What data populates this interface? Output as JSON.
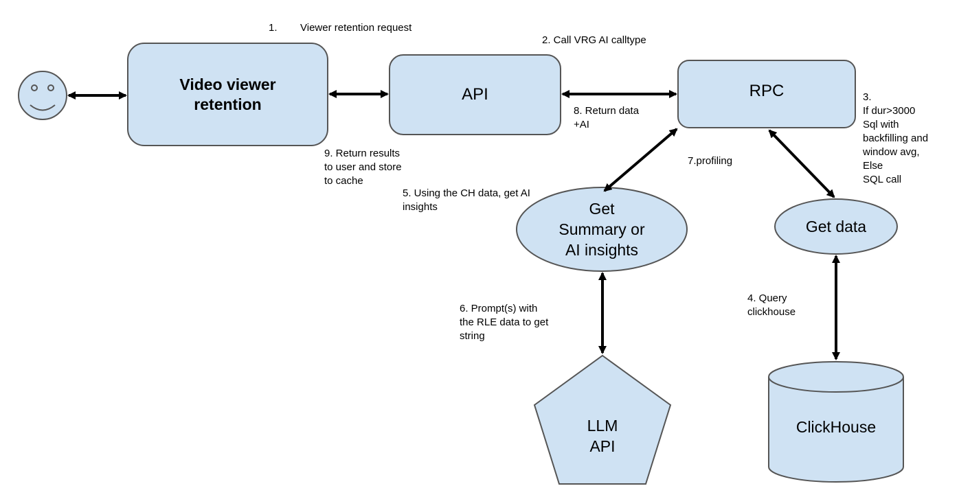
{
  "nodes": {
    "user": {
      "icon": "smiley-face-icon"
    },
    "video_viewer_retention": {
      "lines": [
        "Video viewer",
        "retention"
      ]
    },
    "api": {
      "label": "API"
    },
    "rpc": {
      "label": "RPC"
    },
    "get_summary": {
      "lines": [
        "Get",
        "Summary or",
        "AI insights"
      ]
    },
    "get_data": {
      "label": "Get data"
    },
    "llm_api": {
      "lines": [
        "LLM",
        "API"
      ]
    },
    "clickhouse": {
      "label": "ClickHouse"
    }
  },
  "steps": {
    "step1": {
      "number": "1.",
      "text": "Viewer retention request"
    },
    "step2": {
      "text": "2. Call VRG AI calltype"
    },
    "step3": {
      "lines": [
        "3.",
        "If dur>3000",
        "Sql with",
        "backfilling and",
        "window avg,",
        "Else",
        "SQL call"
      ]
    },
    "step4": {
      "lines": [
        "4. Query",
        "clickhouse"
      ]
    },
    "step5": {
      "lines": [
        "5. Using the CH data, get AI",
        "insights"
      ]
    },
    "step6": {
      "lines": [
        "6. Prompt(s) with",
        "the RLE data to get",
        "string"
      ]
    },
    "step7": {
      "text": "7.profiling"
    },
    "step8": {
      "lines": [
        "8. Return data",
        "+AI"
      ]
    },
    "step9": {
      "lines": [
        "9. Return results",
        "to user and store",
        "to cache"
      ]
    }
  },
  "colors": {
    "node_fill": "#cfe2f3",
    "node_stroke": "#000000",
    "arrow": "#000000"
  }
}
